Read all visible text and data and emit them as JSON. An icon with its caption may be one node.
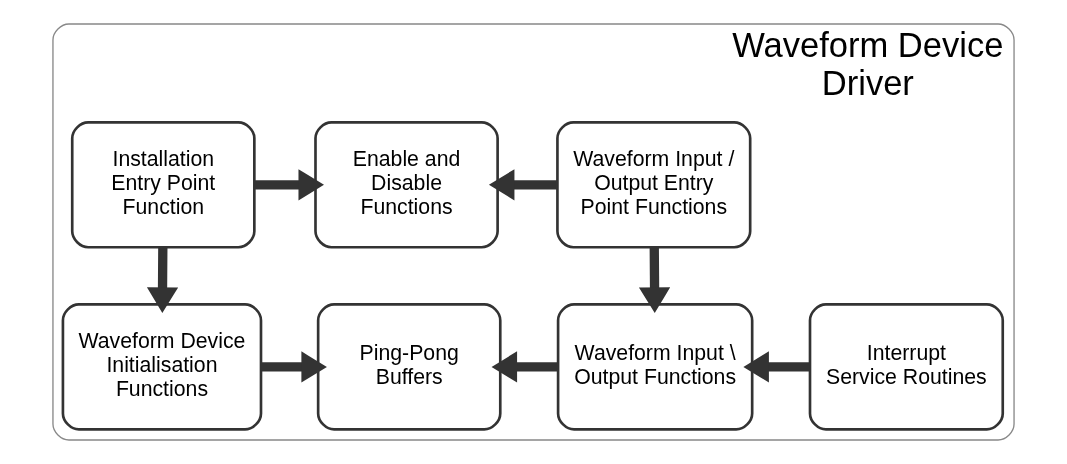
{
  "diagram": {
    "nodes": [
      {
        "text": [
          "Waveform Device Driver"
        ]
      },
      {
        "text": [
          "Installation Entry Point Function"
        ],
        "in": 0
      },
      {
        "text": [
          "Enable and Disable Functions"
        ],
        "in": 0
      },
      {
        "text": [
          "Waveform Input / Output Entry Point Functions"
        ],
        "in": 0
      },
      {
        "text": [
          "Waveform Device Initialisation Functions"
        ],
        "in": 0
      },
      {
        "text": [
          "Ping-Pong Buffers"
        ],
        "in": 0
      },
      {
        "text": [
          "Waveform Input \\ Output Functions"
        ],
        "in": 0
      },
      {
        "text": [
          "Interrupt Service Routines"
        ],
        "in": 0
      }
    ],
    "edges": [
      {
        "from": 1,
        "to": 2,
        "arrow": "to"
      },
      {
        "from": 3,
        "to": 2,
        "arrow": "to"
      },
      {
        "from": 1,
        "to": 4,
        "arrow": "to"
      },
      {
        "from": 3,
        "to": 6,
        "arrow": "to"
      },
      {
        "from": 4,
        "to": 5,
        "arrow": "to"
      },
      {
        "from": 6,
        "to": 5,
        "arrow": "to"
      },
      {
        "from": 7,
        "to": 6,
        "arrow": "to"
      }
    ]
  }
}
